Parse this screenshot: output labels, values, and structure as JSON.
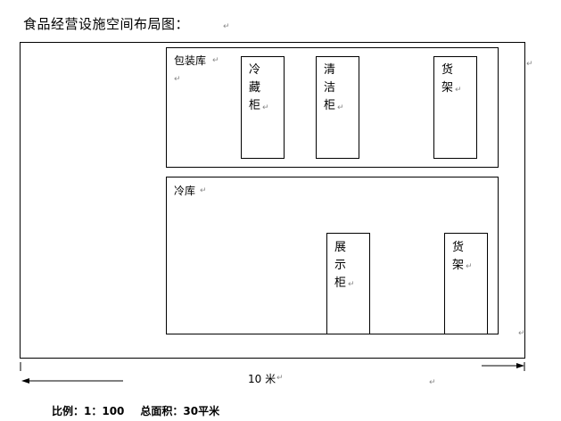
{
  "title": "食品经营设施空间布局图：",
  "rooms": {
    "packaging": {
      "label": "包装库"
    },
    "cold": {
      "label": "冷库"
    }
  },
  "cabinets": {
    "cold_cabinet": {
      "chars": [
        "冷",
        "藏",
        "柜"
      ]
    },
    "cleaning_cabinet": {
      "chars": [
        "清",
        "洁",
        "柜"
      ]
    },
    "shelf_top": {
      "chars": [
        "货",
        "架"
      ]
    },
    "display_cabinet": {
      "chars": [
        "展",
        "示",
        "柜"
      ]
    },
    "shelf_bottom": {
      "chars": [
        "货",
        "架"
      ]
    }
  },
  "dimension": {
    "label": "10 米"
  },
  "footer": {
    "scale": "比例：1：100",
    "area": "总面积：30平米"
  }
}
